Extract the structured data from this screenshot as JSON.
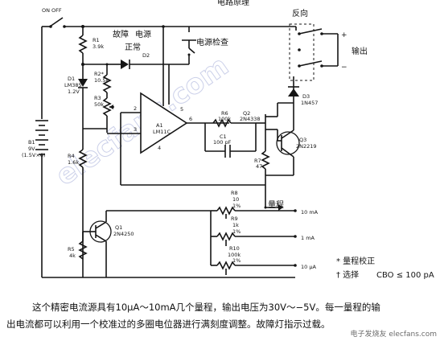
{
  "header": {
    "title_fragment": "电路原理"
  },
  "labels": {
    "switch": "ON  OFF",
    "battery": "B1",
    "battery_v": "9V",
    "battery_type": "(1.5V×6)",
    "r1": "R1",
    "r1v": "3.9k",
    "r2": "R2*",
    "r2v": "10.5k",
    "d1": "D1",
    "d1v": "LM385",
    "d1v2": "1.2V",
    "r3": "R3",
    "r3v": "50k",
    "fault": "故障",
    "power": "电源",
    "normal": "正常",
    "d2": "D2",
    "power_check": "电源检查",
    "opamp": "A1",
    "opamp_v": "LM11C",
    "pin2": "2",
    "pin3": "3",
    "pin4": "4",
    "pin6": "6",
    "pin5": "5",
    "r6": "R6",
    "r6v": "100k",
    "q2": "Q2",
    "q2v": "2N4338",
    "c1": "C1",
    "c1v": "100 pF",
    "q3": "Q3",
    "q3v": "2N2219",
    "r7": "R7",
    "r7v": "47",
    "d3": "D3",
    "d3v": "1N457",
    "reverse": "反向",
    "output": "输出",
    "plus": "+",
    "minus": "−",
    "r4": "R4",
    "r4v": "1.6k",
    "r5": "R5",
    "r5v": "4k",
    "q1": "Q1",
    "q1v": "2N4250",
    "r8": "R8",
    "r8v": "10",
    "r8s": "1%",
    "r9": "R9",
    "r9v": "1k",
    "r9s": "1%",
    "r10": "R10",
    "r10v": "100k",
    "r10s": "1%",
    "range": "量程",
    "range_10ma": "10 mA",
    "range_1ma": "1 mA",
    "range_10ua": "10 μA",
    "note_star": "* 量程校正",
    "note_select": "† 选择",
    "note_gbo": "CBO ≤ 100 pA",
    "watermark": "elecfans.com"
  },
  "caption": {
    "line1": "这个精密电流源具有10μA～10mA几个量程，输出电压为30V～−5V。每一量程的输",
    "line2": "出电流都可以利用一个校准过的多圈电位器进行满刻度调整。故障灯指示过载。"
  },
  "corner_logo": "电子发烧友 elecfans.com"
}
